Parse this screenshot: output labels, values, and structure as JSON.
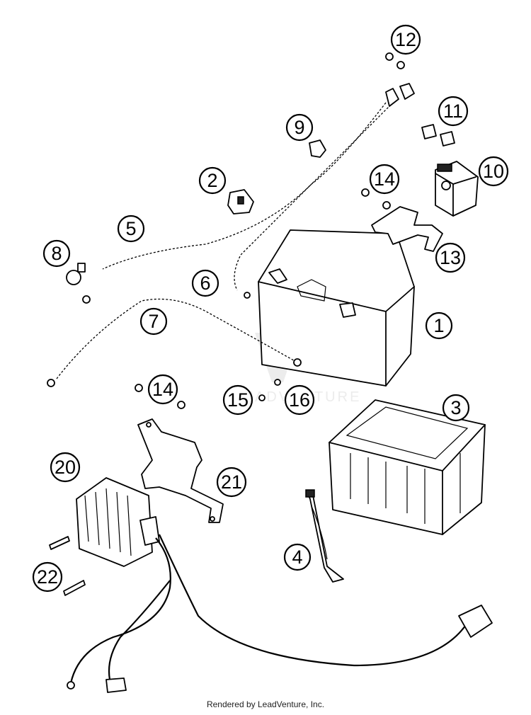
{
  "diagram": {
    "callouts": {
      "c1": "1",
      "c2": "2",
      "c3": "3",
      "c4": "4",
      "c5": "5",
      "c6": "6",
      "c7": "7",
      "c8": "8",
      "c9": "9",
      "c10": "10",
      "c11": "11",
      "c12": "12",
      "c13": "13",
      "c14a": "14",
      "c14b": "14",
      "c15": "15",
      "c16": "16",
      "c20": "20",
      "c21": "21",
      "c22": "22"
    },
    "watermark": "LEADVENTURE"
  },
  "footer": {
    "credit": "Rendered by LeadVenture, Inc."
  }
}
